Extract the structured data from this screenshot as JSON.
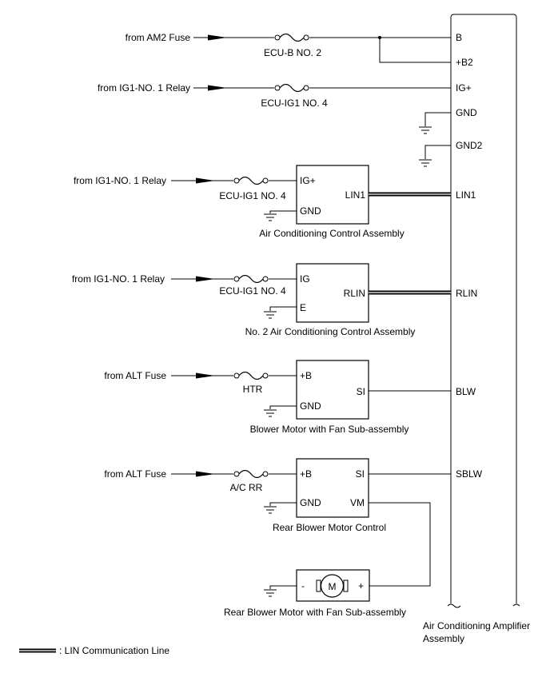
{
  "amplifier": {
    "name_line1": "Air Conditioning Amplifier",
    "name_line2": "Assembly",
    "pins": {
      "b": "B",
      "b2": "+B2",
      "ig": "IG+",
      "gnd": "GND",
      "gnd2": "GND2",
      "lin1": "LIN1",
      "rlin": "RLIN",
      "blw": "BLW",
      "sblw": "SBLW"
    }
  },
  "feeds": {
    "am2": {
      "source": "from AM2 Fuse",
      "fuse": "ECU-B NO. 2"
    },
    "ig1_main": {
      "source": "from IG1-NO. 1 Relay",
      "fuse": "ECU-IG1 NO. 4"
    }
  },
  "control_assembly": {
    "source": "from IG1-NO. 1 Relay",
    "fuse": "ECU-IG1 NO. 4",
    "pin_ig": "IG+",
    "pin_gnd": "GND",
    "pin_lin": "LIN1",
    "name": "Air Conditioning Control Assembly"
  },
  "no2_control_assembly": {
    "source": "from IG1-NO. 1 Relay",
    "fuse": "ECU-IG1 NO. 4",
    "pin_ig": "IG",
    "pin_e": "E",
    "pin_lin": "RLIN",
    "name": "No. 2 Air Conditioning Control Assembly"
  },
  "blower_motor": {
    "source": "from ALT Fuse",
    "fuse": "HTR",
    "pin_b": "+B",
    "pin_si": "SI",
    "pin_gnd": "GND",
    "name": "Blower Motor with Fan Sub-assembly"
  },
  "rear_blower_control": {
    "source": "from ALT Fuse",
    "fuse": "A/C RR",
    "pin_b": "+B",
    "pin_si": "SI",
    "pin_gnd": "GND",
    "pin_vm": "VM",
    "name": "Rear Blower Motor Control"
  },
  "rear_blower_motor": {
    "minus": "-",
    "plus": "+",
    "symbol": "M",
    "name": "Rear Blower Motor with Fan Sub-assembly"
  },
  "legend": {
    "text": ": LIN Communication Line"
  }
}
